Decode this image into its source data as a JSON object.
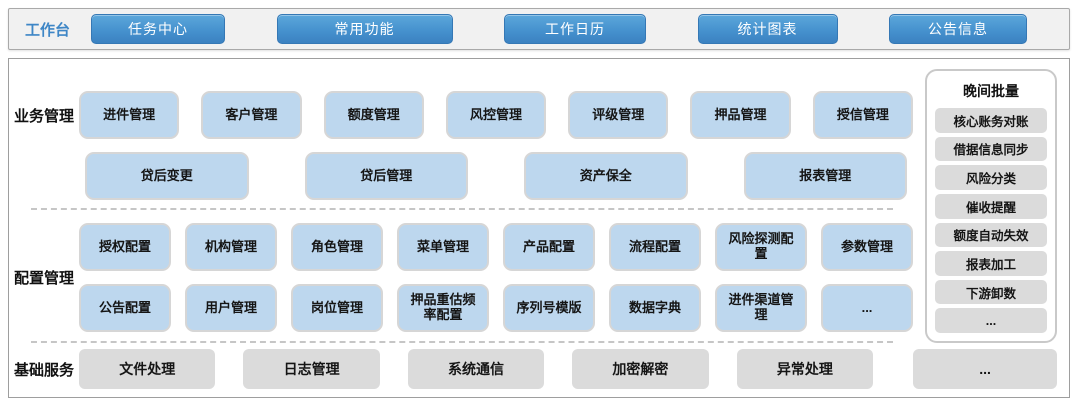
{
  "colors": {
    "workbench_label_blue": "#3E86C6",
    "button_blue": "#4692CE",
    "module_blue": "#BDD7EE",
    "service_gray": "#DBDBDB"
  },
  "workbench": {
    "label": "工作台",
    "buttons": [
      "任务中心",
      "常用功能",
      "工作日历",
      "统计图表",
      "公告信息"
    ]
  },
  "sections": {
    "business": {
      "label": "业务管理",
      "row1": [
        "进件管理",
        "客户管理",
        "额度管理",
        "风控管理",
        "评级管理",
        "押品管理",
        "授信管理"
      ],
      "row2": [
        "贷后变更",
        "贷后管理",
        "资产保全",
        "报表管理"
      ]
    },
    "config": {
      "label": "配置管理",
      "row1": [
        "授权配置",
        "机构管理",
        "角色管理",
        "菜单管理",
        "产品配置",
        "流程配置",
        "风险探测配置",
        "参数管理"
      ],
      "row2": [
        "公告配置",
        "用户管理",
        "岗位管理",
        "押品重估频率配置",
        "序列号模版",
        "数据字典",
        "进件渠道管理",
        "..."
      ]
    },
    "base": {
      "label": "基础服务",
      "items": [
        "文件处理",
        "日志管理",
        "系统通信",
        "加密解密",
        "异常处理",
        "..."
      ]
    },
    "batch": {
      "label": "晚间批量",
      "items": [
        "核心账务对账",
        "借据信息同步",
        "风险分类",
        "催收提醒",
        "额度自动失效",
        "报表加工",
        "下游卸数",
        "..."
      ]
    }
  }
}
